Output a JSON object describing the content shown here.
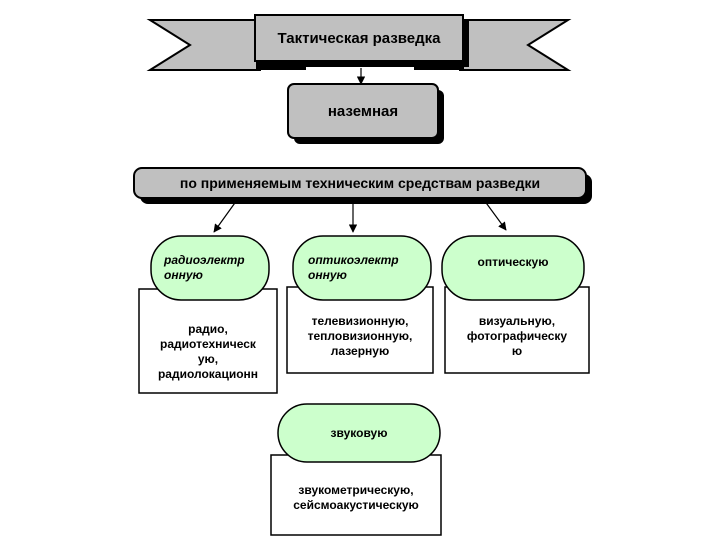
{
  "banner": {
    "label": "Тактическая разведка"
  },
  "category": {
    "label": "наземная"
  },
  "criterion": {
    "label": "по  применяемым техническим средствам разведки"
  },
  "types": [
    {
      "label": "радиоэлектр\nонную",
      "details": "радио,\nрадиотехническ\nую,\nрадиолокационн"
    },
    {
      "label": "оптикоэлектр\nонную",
      "details": "телевизионную,\nтепловизионную,\nлазерную"
    },
    {
      "label": "оптическую",
      "details": "визуальную,\nфотографическу\nю"
    },
    {
      "label": "звуковую",
      "details": "звукометрическую,\nсейсмоакустическую"
    }
  ],
  "colors": {
    "pill_fill": "#ccffcc",
    "banner_fill": "#c0c0c0",
    "box_fill": "#c0c0c0",
    "shadow": "#000000",
    "outline": "#000000"
  }
}
